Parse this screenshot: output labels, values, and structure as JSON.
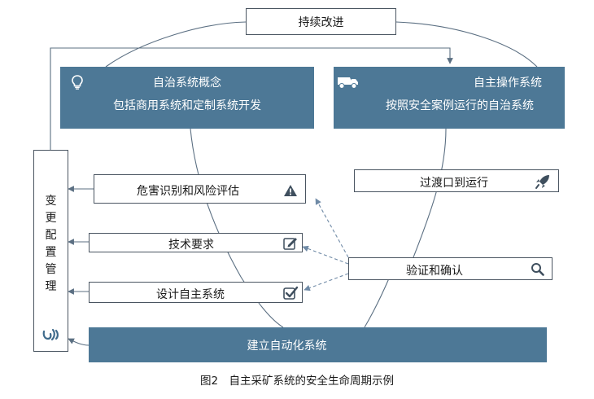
{
  "top": {
    "label": "持续改进"
  },
  "concept": {
    "title": "自治系统概念",
    "subtitle": "包括商用系统和定制系统开发",
    "icon": "lightbulb-icon"
  },
  "operation": {
    "title": "自主操作系统",
    "subtitle": "按照安全案例运行的自治系统",
    "icon": "mining-truck-icon"
  },
  "left_panel": {
    "chars": [
      "变",
      "更",
      "配",
      "置",
      "管",
      "理"
    ],
    "icon": "logo-icon"
  },
  "hazard": {
    "label": "危害识别和风险评估",
    "icon": "warning-icon"
  },
  "tech": {
    "label": "技术要求",
    "icon": "edit-icon"
  },
  "design": {
    "label": "设计自主系统",
    "icon": "checkbox-icon"
  },
  "transition": {
    "label": "过渡口到运行",
    "icon": "rocket-icon"
  },
  "verify": {
    "label": "验证和确认",
    "icon": "search-icon"
  },
  "build": {
    "label": "建立自动化系统"
  },
  "caption": {
    "label": "图2　自主采矿系统的安全生命周期示例"
  },
  "colors": {
    "panel": "#4d7896",
    "border": "#4a5561",
    "line": "#5b6f82",
    "arrow": "#6f8aa6"
  }
}
